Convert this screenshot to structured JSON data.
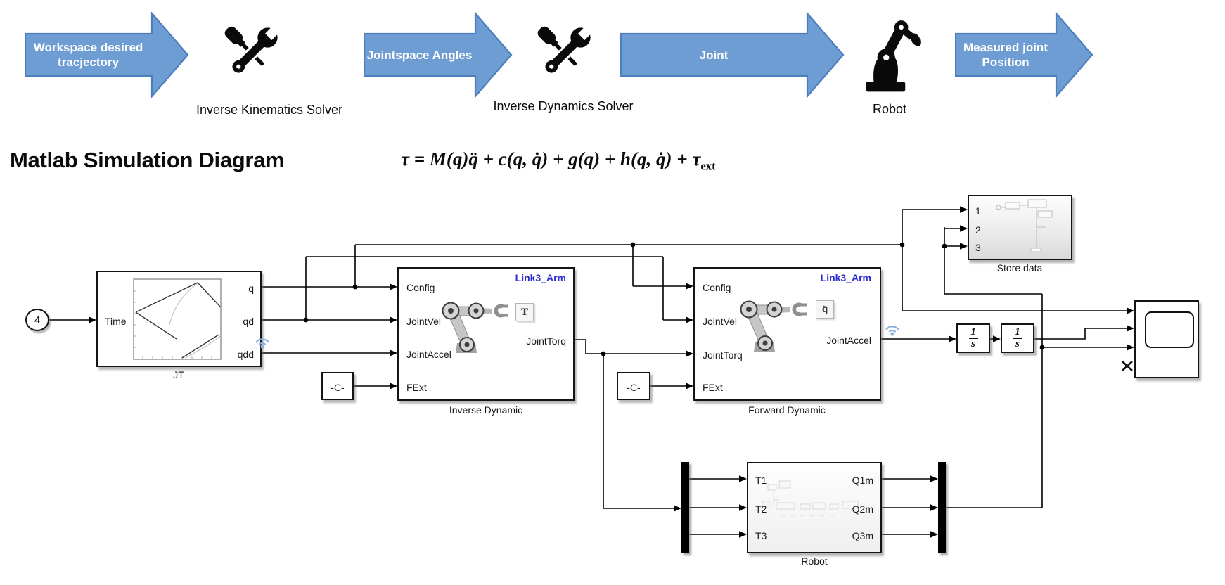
{
  "header": {
    "title": "Matlab Simulation Diagram"
  },
  "equation": {
    "main": "τ = M(q)q̈ + c(q, q̇) + g(q) + h(q, q̇) + τ",
    "sub": "ext"
  },
  "flow": {
    "arrows": [
      {
        "l1": "Workspace desired",
        "l2": "tracjectory"
      },
      {
        "l1": "Jointspace Angles",
        "l2": ""
      },
      {
        "l1": "Joint",
        "l2": ""
      },
      {
        "l1": "Measured joint",
        "l2": "Position"
      }
    ],
    "labels": [
      "Inverse Kinematics Solver",
      "Inverse Dynamics Solver",
      "Robot"
    ]
  },
  "sim": {
    "inport": "4",
    "jt": {
      "label": "JT",
      "time": "Time",
      "q": "q",
      "qd": "qd",
      "qdd": "qdd"
    },
    "id": {
      "label": "Inverse Dynamic",
      "tag": "Link3_Arm",
      "inputs": [
        "Config",
        "JointVel",
        "JointAccel",
        "FExt"
      ],
      "out": "JointTorq",
      "badge": "T"
    },
    "fd": {
      "label": "Forward Dynamic",
      "tag": "Link3_Arm",
      "inputs": [
        "Config",
        "JointVel",
        "JointTorq",
        "FExt"
      ],
      "out": "JointAccel",
      "badge": "q̈"
    },
    "const1": "-C-",
    "const2": "-C-",
    "store": {
      "label": "Store data",
      "ports": [
        "1",
        "2",
        "3"
      ]
    },
    "frac": {
      "num": "1",
      "den": "s"
    },
    "robot": {
      "label": "Robot",
      "inputs": [
        "T1",
        "T2",
        "T3"
      ],
      "outputs": [
        "Q1m",
        "Q2m",
        "Q3m"
      ]
    }
  },
  "colors": {
    "arrow_fill": "#6d9dd2",
    "arrow_stroke": "#4d7ebd",
    "tag_blue": "#2b2bd0",
    "wifi_blue": "#8ab0dc"
  }
}
